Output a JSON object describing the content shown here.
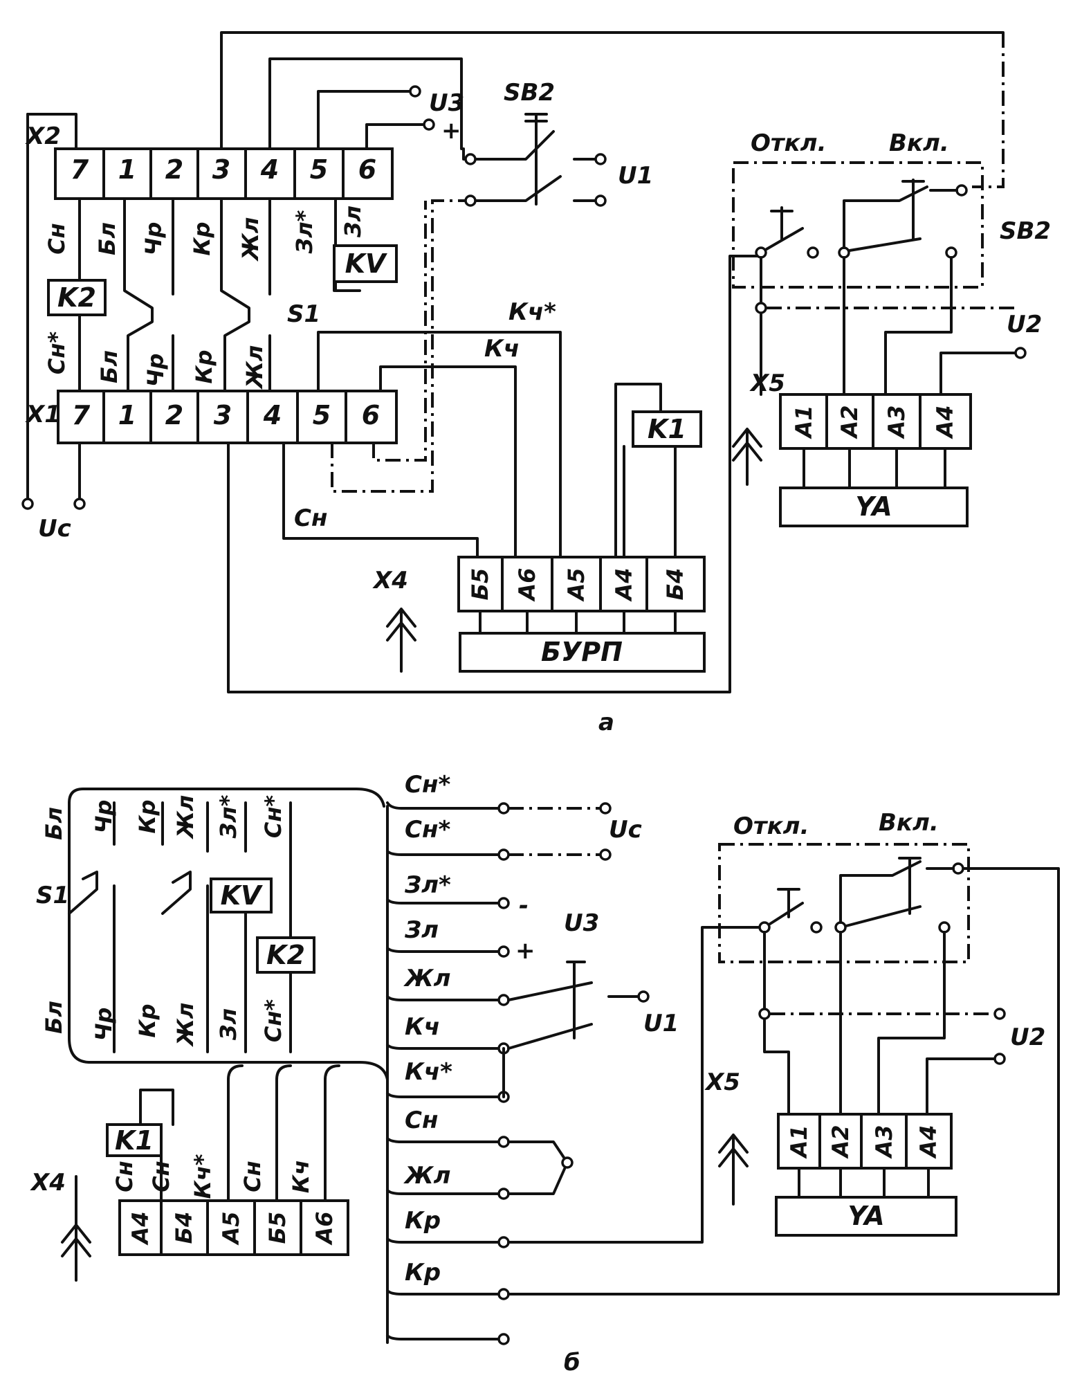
{
  "diagram_a": {
    "caption": "а",
    "x2": {
      "label": "X2",
      "pins": [
        "7",
        "1",
        "2",
        "3",
        "4",
        "5",
        "6"
      ]
    },
    "x2_wires": [
      "Сн",
      "Бл",
      "Чр",
      "Кр",
      "Жл",
      "Зл*",
      "Зл"
    ],
    "x1": {
      "label": "X1",
      "pins": [
        "7",
        "1",
        "2",
        "3",
        "4",
        "5",
        "6"
      ]
    },
    "x1_wires": [
      "Сн*",
      "Бл",
      "Чр",
      "Кр",
      "Жл"
    ],
    "relays": {
      "k2": "K2",
      "kv": "KV",
      "k1": "K1"
    },
    "switch": "S1",
    "button": "SB2",
    "u3": "U3",
    "u1": "U1",
    "u2": "U2",
    "uc": "Uc",
    "plus": "+",
    "kch_star": "Кч*",
    "kch": "Кч",
    "sn": "Сн",
    "x4": {
      "label": "X4",
      "pins": [
        "Б5",
        "А6",
        "А5",
        "А4",
        "Б4"
      ],
      "unit": "БУРП"
    },
    "x5": {
      "label": "X5",
      "pins": [
        "А1",
        "А2",
        "А3",
        "А4"
      ],
      "unit": "YA"
    },
    "sb2_right": {
      "off": "Откл.",
      "on": "Вкл.",
      "label": "SB2"
    }
  },
  "diagram_b": {
    "caption": "б",
    "harness_top": [
      "Бл",
      "Чр",
      "Кр",
      "Жл",
      "Зл*",
      "Сн*"
    ],
    "harness_bottom": [
      "Бл",
      "Чр",
      "Кр",
      "Жл",
      "Зл",
      "Сн*"
    ],
    "s1": "S1",
    "kv": "KV",
    "k2": "K2",
    "k1": "K1",
    "right_wires": [
      "Сн*",
      "Сн*",
      "",
      "Зл*",
      "Зл",
      "Жл",
      "Кч",
      "Кч*",
      "Сн",
      "Жл",
      "Кр",
      "Кр"
    ],
    "uc": "Uc",
    "minus": "-",
    "plus": "+",
    "u3": "U3",
    "u1": "U1",
    "u2": "U2",
    "x4": {
      "label": "X4",
      "pins": [
        "А4",
        "Б4",
        "А5",
        "Б5",
        "А6"
      ],
      "wires": [
        "Сн",
        "Сн",
        "Кч*",
        "Сн",
        "Кч"
      ]
    },
    "x5": {
      "label": "X5",
      "pins": [
        "А1",
        "А2",
        "А3",
        "А4"
      ],
      "unit": "YA"
    },
    "off": "Откл.",
    "on": "Вкл."
  }
}
